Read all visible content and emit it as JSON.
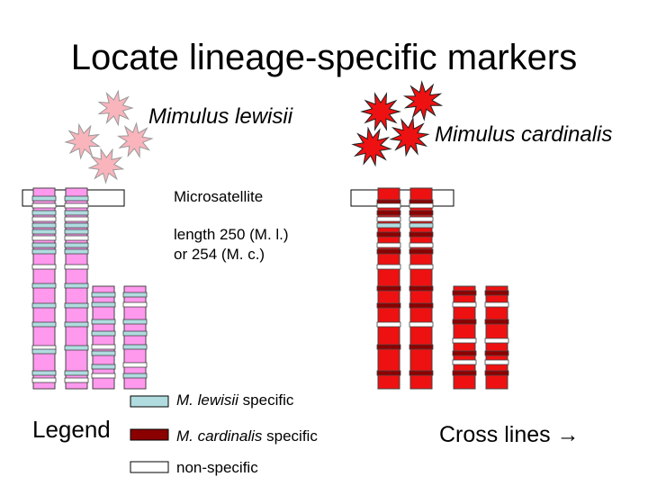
{
  "slide": {
    "title": "Locate lineage-specific markers"
  },
  "species": {
    "lewisii": {
      "name": "Mimulus lewisii",
      "color": "#f9b4bc"
    },
    "cardinalis": {
      "name": "Mimulus cardinalis",
      "color": "#ee1111"
    }
  },
  "marker": {
    "name": "Microsatellite",
    "length_line1": "length 250 (M. l.)",
    "length_line2": "or 254 (M. c.)"
  },
  "legend": {
    "title": "Legend",
    "items": [
      {
        "id": "lewisii",
        "italic": "M. lewisii",
        "rest": " specific",
        "color": "#b0dce0"
      },
      {
        "id": "cardinalis",
        "italic": "M. cardinalis",
        "rest": " specific",
        "color": "#8b0000"
      },
      {
        "id": "nonspecific",
        "italic": "",
        "rest": "non-specific",
        "color": "#ffffff"
      }
    ]
  },
  "cross": {
    "label": "Cross lines",
    "arrow": "→"
  },
  "colors": {
    "lewisii_chromosome": "#ff99ee",
    "cardinalis_chromosome": "#ee1111",
    "lewisii_band": "#b0dce0",
    "cardinalis_band": "#8b0000",
    "nonspecific_band": "#ffffff"
  }
}
